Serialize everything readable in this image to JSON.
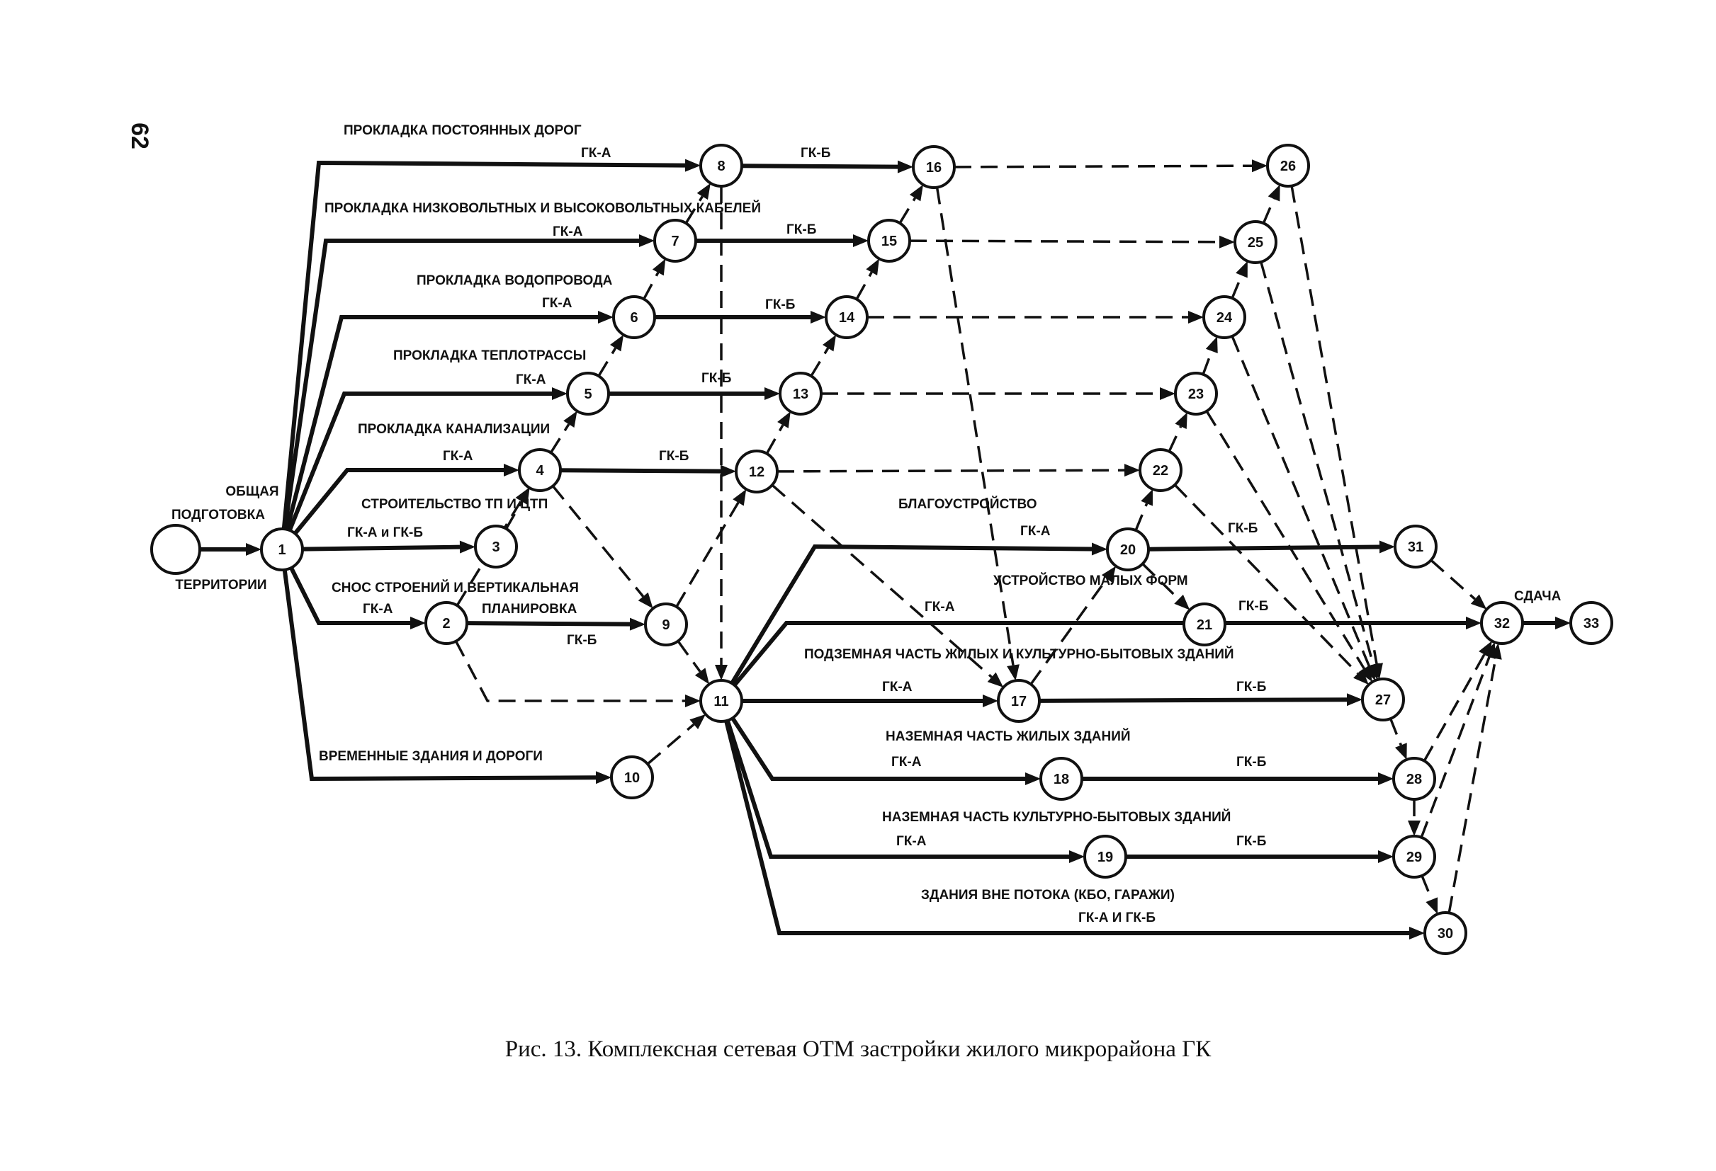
{
  "page_number": "62",
  "caption": "Рис. 13. Комплексная сетевая ОТМ застройки жилого микрорайона ГК",
  "colors": {
    "ink": "#111111",
    "paper": "#ffffff"
  },
  "nodes": [
    {
      "id": "0",
      "label": ""
    },
    {
      "id": "1",
      "label": "1"
    },
    {
      "id": "2",
      "label": "2"
    },
    {
      "id": "3",
      "label": "3"
    },
    {
      "id": "4",
      "label": "4"
    },
    {
      "id": "5",
      "label": "5"
    },
    {
      "id": "6",
      "label": "6"
    },
    {
      "id": "7",
      "label": "7"
    },
    {
      "id": "8",
      "label": "8"
    },
    {
      "id": "9",
      "label": "9"
    },
    {
      "id": "10",
      "label": "10"
    },
    {
      "id": "11",
      "label": "11"
    },
    {
      "id": "12",
      "label": "12"
    },
    {
      "id": "13",
      "label": "13"
    },
    {
      "id": "14",
      "label": "14"
    },
    {
      "id": "15",
      "label": "15"
    },
    {
      "id": "16",
      "label": "16"
    },
    {
      "id": "17",
      "label": "17"
    },
    {
      "id": "18",
      "label": "18"
    },
    {
      "id": "19",
      "label": "19"
    },
    {
      "id": "20",
      "label": "20"
    },
    {
      "id": "21",
      "label": "21"
    },
    {
      "id": "22",
      "label": "22"
    },
    {
      "id": "23",
      "label": "23"
    },
    {
      "id": "24",
      "label": "24"
    },
    {
      "id": "25",
      "label": "25"
    },
    {
      "id": "26",
      "label": "26"
    },
    {
      "id": "27",
      "label": "27"
    },
    {
      "id": "28",
      "label": "28"
    },
    {
      "id": "29",
      "label": "29"
    },
    {
      "id": "30",
      "label": "30"
    },
    {
      "id": "31",
      "label": "31"
    },
    {
      "id": "32",
      "label": "32"
    },
    {
      "id": "33",
      "label": "33"
    }
  ],
  "edges": [
    {
      "from": "0",
      "to": "1",
      "style": "solid"
    },
    {
      "from": "1",
      "to": "8",
      "style": "solid"
    },
    {
      "from": "1",
      "to": "7",
      "style": "solid"
    },
    {
      "from": "1",
      "to": "6",
      "style": "solid"
    },
    {
      "from": "1",
      "to": "5",
      "style": "solid"
    },
    {
      "from": "1",
      "to": "4",
      "style": "solid"
    },
    {
      "from": "1",
      "to": "3",
      "style": "solid"
    },
    {
      "from": "1",
      "to": "2",
      "style": "solid"
    },
    {
      "from": "1",
      "to": "10",
      "style": "solid"
    },
    {
      "from": "8",
      "to": "16",
      "style": "solid"
    },
    {
      "from": "7",
      "to": "15",
      "style": "solid"
    },
    {
      "from": "6",
      "to": "14",
      "style": "solid"
    },
    {
      "from": "5",
      "to": "13",
      "style": "solid"
    },
    {
      "from": "4",
      "to": "12",
      "style": "solid"
    },
    {
      "from": "2",
      "to": "9",
      "style": "solid"
    },
    {
      "from": "11",
      "to": "20",
      "style": "solid"
    },
    {
      "from": "11",
      "to": "32",
      "style": "solid"
    },
    {
      "from": "11",
      "to": "17",
      "style": "solid"
    },
    {
      "from": "11",
      "to": "18",
      "style": "solid"
    },
    {
      "from": "11",
      "to": "19",
      "style": "solid"
    },
    {
      "from": "11",
      "to": "30",
      "style": "solid"
    },
    {
      "from": "20",
      "to": "31",
      "style": "solid"
    },
    {
      "from": "17",
      "to": "27",
      "style": "solid"
    },
    {
      "from": "18",
      "to": "28",
      "style": "solid"
    },
    {
      "from": "19",
      "to": "29",
      "style": "solid"
    },
    {
      "from": "32",
      "to": "33",
      "style": "solid"
    },
    {
      "from": "7",
      "to": "8",
      "style": "dash"
    },
    {
      "from": "6",
      "to": "7",
      "style": "dash"
    },
    {
      "from": "5",
      "to": "6",
      "style": "dash"
    },
    {
      "from": "4",
      "to": "5",
      "style": "dash"
    },
    {
      "from": "3",
      "to": "4",
      "style": "dash"
    },
    {
      "from": "2",
      "to": "4",
      "style": "dash"
    },
    {
      "from": "4",
      "to": "9",
      "style": "dash"
    },
    {
      "from": "9",
      "to": "12",
      "style": "dash"
    },
    {
      "from": "9",
      "to": "11",
      "style": "dash"
    },
    {
      "from": "8",
      "to": "11",
      "style": "dash"
    },
    {
      "from": "10",
      "to": "11",
      "style": "dash"
    },
    {
      "from": "2",
      "to": "11",
      "style": "dash"
    },
    {
      "from": "12",
      "to": "13",
      "style": "dash"
    },
    {
      "from": "13",
      "to": "14",
      "style": "dash"
    },
    {
      "from": "14",
      "to": "15",
      "style": "dash"
    },
    {
      "from": "15",
      "to": "16",
      "style": "dash"
    },
    {
      "from": "16",
      "to": "26",
      "style": "dash"
    },
    {
      "from": "15",
      "to": "25",
      "style": "dash"
    },
    {
      "from": "14",
      "to": "24",
      "style": "dash"
    },
    {
      "from": "13",
      "to": "23",
      "style": "dash"
    },
    {
      "from": "12",
      "to": "22",
      "style": "dash"
    },
    {
      "from": "12",
      "to": "17",
      "style": "dash"
    },
    {
      "from": "16",
      "to": "17",
      "style": "dash"
    },
    {
      "from": "17",
      "to": "20",
      "style": "dash"
    },
    {
      "from": "20",
      "to": "22",
      "style": "dash"
    },
    {
      "from": "22",
      "to": "23",
      "style": "dash"
    },
    {
      "from": "23",
      "to": "24",
      "style": "dash"
    },
    {
      "from": "24",
      "to": "25",
      "style": "dash"
    },
    {
      "from": "25",
      "to": "26",
      "style": "dash"
    },
    {
      "from": "20",
      "to": "21",
      "style": "dash"
    },
    {
      "from": "22",
      "to": "27",
      "style": "dash"
    },
    {
      "from": "23",
      "to": "27",
      "style": "dash"
    },
    {
      "from": "24",
      "to": "27",
      "style": "dash"
    },
    {
      "from": "25",
      "to": "27",
      "style": "dash"
    },
    {
      "from": "26",
      "to": "27",
      "style": "dash"
    },
    {
      "from": "27",
      "to": "28",
      "style": "dash"
    },
    {
      "from": "28",
      "to": "29",
      "style": "dash"
    },
    {
      "from": "29",
      "to": "30",
      "style": "dash"
    },
    {
      "from": "28",
      "to": "32",
      "style": "dash"
    },
    {
      "from": "29",
      "to": "32",
      "style": "dash"
    },
    {
      "from": "30",
      "to": "32",
      "style": "dash"
    },
    {
      "from": "31",
      "to": "32",
      "style": "dash"
    }
  ],
  "labels": {
    "start_top_1": "ОБЩАЯ",
    "start_top_2": "ПОДГОТОВКА",
    "start_bottom": "ТЕРРИТОРИИ",
    "roads": "ПРОКЛАДКА ПОСТОЯННЫХ ДОРОГ",
    "cables": "ПРОКЛАДКА НИЗКОВОЛЬТНЫХ И ВЫСОКОВОЛЬТНЫХ КАБЕЛЕЙ",
    "water": "ПРОКЛАДКА ВОДОПРОВОДА",
    "heat": "ПРОКЛАДКА ТЕПЛОТРАССЫ",
    "sewer": "ПРОКЛАДКА КАНАЛИЗАЦИИ",
    "tp": "СТРОИТЕЛЬСТВО ТП И ЦТП",
    "demo_1": "СНОС СТРОЕНИЙ И ВЕРТИКАЛЬНАЯ",
    "demo_2": "ПЛАНИРОВКА",
    "temp": "ВРЕМЕННЫЕ ЗДАНИЯ И ДОРОГИ",
    "landscape": "БЛАГОУСТРОЙСТВО",
    "small_forms": "УСТРОЙСТВО МАЛЫХ ФОРМ",
    "underground": "ПОДЗЕМНАЯ ЧАСТЬ ЖИЛЫХ И КУЛЬТУРНО-БЫТОВЫХ ЗДАНИЙ",
    "residential": "НАЗЕМНАЯ ЧАСТЬ ЖИЛЫХ ЗДАНИЙ",
    "cultural": "НАЗЕМНАЯ ЧАСТЬ КУЛЬТУРНО-БЫТОВЫХ ЗДАНИЙ",
    "outside": "ЗДАНИЯ ВНЕ ПОТОКА (КБО, ГАРАЖИ)",
    "handover": "СДАЧА",
    "gk_a_8": "ГК-А",
    "gk_b_16": "ГК-Б",
    "gk_a_7": "ГК-А",
    "gk_b_15": "ГК-Б",
    "gk_a_6": "ГК-А",
    "gk_b_14": "ГК-Б",
    "gk_a_5": "ГК-А",
    "gk_b_13": "ГК-Б",
    "gk_a_4": "ГК-А",
    "gk_b_12": "ГК-Б",
    "gk_ab_3": "ГК-А и ГК-Б",
    "gk_a_2": "ГК-А",
    "gk_b_9": "ГК-Б",
    "gk_a_20": "ГК-А",
    "gk_b_31": "ГК-Б",
    "gk_a_12_17": "ГК-А",
    "gk_b_32": "ГК-Б",
    "gk_a_17": "ГК-А",
    "gk_b_27": "ГК-Б",
    "gk_a_18": "ГК-А",
    "gk_b_28": "ГК-Б",
    "gk_a_19": "ГК-А",
    "gk_b_29": "ГК-Б",
    "gk_ab_30": "ГК-А И ГК-Б"
  }
}
